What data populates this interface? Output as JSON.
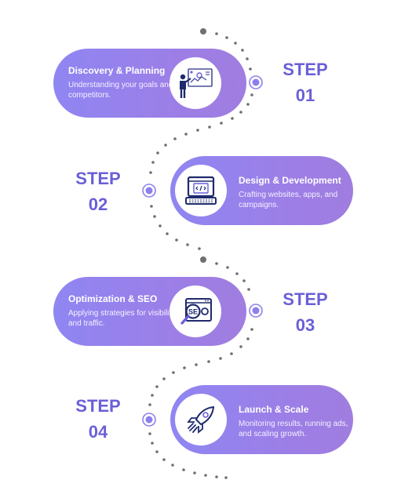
{
  "colors": {
    "accent": "#6a5fd8",
    "card": "#9a82ea",
    "dot": "#6b6b6b"
  },
  "steps": [
    {
      "word": "STEP",
      "number": "01",
      "title": "Discovery & Planning",
      "description": "Understanding your goals and competitors.",
      "icon": "presentation-icon"
    },
    {
      "word": "STEP",
      "number": "02",
      "title": "Design & Development",
      "description": "Crafting websites, apps, and campaigns.",
      "icon": "laptop-code-icon"
    },
    {
      "word": "STEP",
      "number": "03",
      "title": "Optimization & SEO",
      "description": "Applying strategies for visibility and traffic.",
      "icon": "seo-magnifier-icon"
    },
    {
      "word": "STEP",
      "number": "04",
      "title": "Launch & Scale",
      "description": "Monitoring results, running ads, and scaling growth.",
      "icon": "rocket-icon"
    }
  ]
}
